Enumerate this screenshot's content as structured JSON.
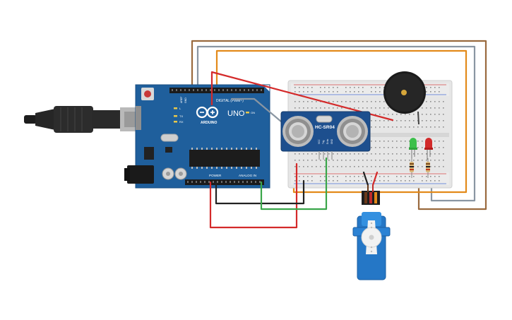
{
  "board": {
    "brand": "ARDUINO",
    "model": "UNO",
    "header_digital": "DIGITAL (PWM~)",
    "header_power": "POWER",
    "header_analog": "ANALOG IN",
    "led_l": "L",
    "led_tx": "TX",
    "led_rx": "RX",
    "on_label": "ON",
    "aref": "AREF",
    "gnd": "GND"
  },
  "sensor": {
    "model": "HC-SR04",
    "pins": [
      "VCC",
      "Trig",
      "Echo",
      "GND"
    ]
  },
  "colors": {
    "board_blue": "#1f5f9c",
    "wire_red": "#d42a2a",
    "wire_black": "#222222",
    "wire_green": "#3aa64a",
    "wire_orange": "#e38a1a",
    "wire_brown": "#9a6a3e",
    "wire_gray": "#8a96a2",
    "servo_blue": "#2577c6"
  },
  "icons": [
    "usb-cable-icon",
    "buzzer-icon",
    "green-led-icon",
    "red-led-icon",
    "resistor-icon",
    "servo-icon",
    "ultrasonic-sensor-icon"
  ]
}
